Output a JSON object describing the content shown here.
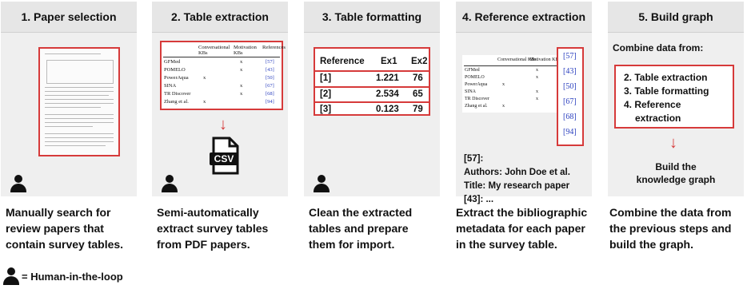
{
  "steps": [
    {
      "title": "1. Paper selection",
      "desc": [
        "Manually search for",
        "review papers that",
        "contain survey tables."
      ]
    },
    {
      "title": "2. Table extraction",
      "desc": [
        "Semi-automatically",
        "extract survey tables",
        "from PDF papers."
      ]
    },
    {
      "title": "3. Table formatting",
      "desc": [
        "Clean the extracted",
        "tables and prepare",
        "them for import."
      ]
    },
    {
      "title": "4. Reference extraction",
      "desc": [
        "Extract the bibliographic",
        "metadata for each paper",
        "in the survey table."
      ]
    },
    {
      "title": "5. Build graph",
      "desc": [
        "Combine the data from",
        "the previous steps and",
        "build the graph."
      ]
    }
  ],
  "extraction_table": {
    "headers": [
      "Conversational KBs",
      "Motivation KBs",
      "References"
    ],
    "rows": [
      {
        "name": "GFMed",
        "c1": "",
        "c2": "x",
        "ref": "[57]"
      },
      {
        "name": "POMELO",
        "c1": "",
        "c2": "x",
        "ref": "[43]"
      },
      {
        "name": "PowerAqua",
        "c1": "x",
        "c2": "",
        "ref": "[50]"
      },
      {
        "name": "SINA",
        "c1": "",
        "c2": "x",
        "ref": "[67]"
      },
      {
        "name": "TR Discover",
        "c1": "",
        "c2": "x",
        "ref": "[68]"
      },
      {
        "name": "Zhang et al.",
        "c1": "x",
        "c2": "",
        "ref": "[94]"
      }
    ]
  },
  "csv_label": "CSV",
  "formatting_table": {
    "headers": [
      "Reference",
      "Ex1",
      "Ex2"
    ],
    "rows": [
      [
        "[1]",
        "1.221",
        "76"
      ],
      [
        "[2]",
        "2.534",
        "65"
      ],
      [
        "[3]",
        "0.123",
        "79"
      ]
    ]
  },
  "reference_list": [
    "[57]",
    "[43]",
    "[50]",
    "[67]",
    "[68]",
    "[94]"
  ],
  "metadata_lines": [
    "[57]:",
    "Authors: John Doe et al.",
    "Title: My research paper",
    "[43]: ..."
  ],
  "build": {
    "combine_label": "Combine  data from:",
    "items": [
      "2. Table extraction",
      "3. Table formatting",
      "4. Reference",
      "extraction"
    ],
    "result": "Build the knowledge graph"
  },
  "legend": "= Human-in-the-loop",
  "arrow_glyph": "↓"
}
